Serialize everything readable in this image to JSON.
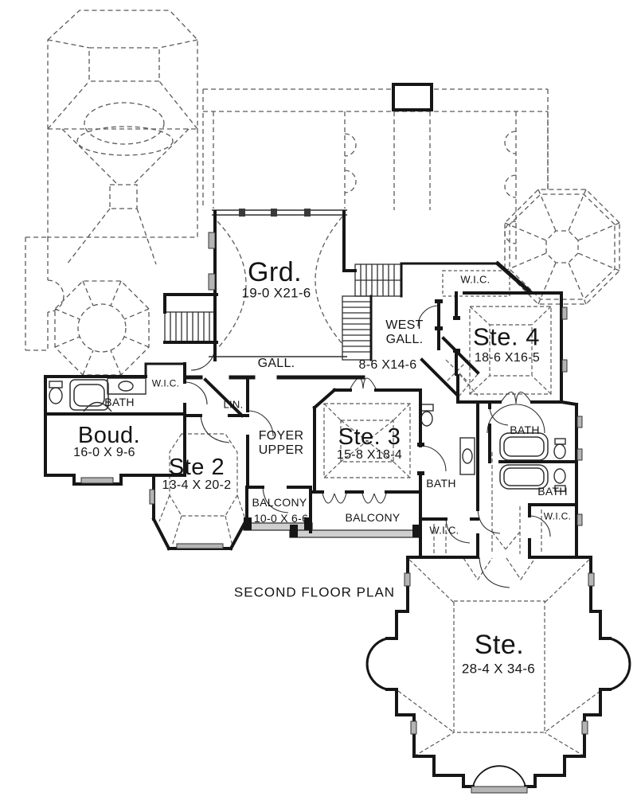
{
  "plan": {
    "title": "SECOND FLOOR PLAN"
  },
  "colors": {
    "background": "#ffffff",
    "wall": "#161616",
    "line": "#2e2e2e",
    "dash": "#5a5a5a",
    "sill": "#b5b5b5",
    "railing": "#cfcfcf"
  },
  "labels": [
    {
      "name": "grd-room",
      "text": "Grd."
    },
    {
      "name": "grd-dims",
      "text": "19-0 X21-6"
    },
    {
      "name": "west-gallery",
      "text": "WEST\nGALL."
    },
    {
      "name": "west-gallery-dims",
      "text": "8-6 X14-6"
    },
    {
      "name": "wic-top",
      "text": "W.I.C."
    },
    {
      "name": "suite4-room",
      "text": "Ste. 4"
    },
    {
      "name": "suite4-dims",
      "text": "18-6 X16-5"
    },
    {
      "name": "gallery",
      "text": "GALL."
    },
    {
      "name": "bath-left",
      "text": "BATH"
    },
    {
      "name": "wic-left",
      "text": "W.I.C."
    },
    {
      "name": "boudoir-room",
      "text": "Boud."
    },
    {
      "name": "boudoir-dims",
      "text": "16-0 X 9-6"
    },
    {
      "name": "linen-closet",
      "text": "LIN."
    },
    {
      "name": "foyer-upper",
      "text": "FOYER\nUPPER"
    },
    {
      "name": "suite2-room",
      "text": "Ste 2"
    },
    {
      "name": "suite2-dims",
      "text": "13-4 X 20-2"
    },
    {
      "name": "suite3-room",
      "text": "Ste. 3"
    },
    {
      "name": "suite3-dims",
      "text": "15-8 X18-4"
    },
    {
      "name": "bath-mid",
      "text": "BATH"
    },
    {
      "name": "balcony-left",
      "text": "BALCONY"
    },
    {
      "name": "balcony-left-dims",
      "text": "10-0 X 6-6"
    },
    {
      "name": "balcony-center",
      "text": "BALCONY"
    },
    {
      "name": "wic-mid",
      "text": "W.I.C."
    },
    {
      "name": "bath-right-upper",
      "text": "BATH"
    },
    {
      "name": "bath-right-lower",
      "text": "BATH"
    },
    {
      "name": "wic-right",
      "text": "W.I.C."
    },
    {
      "name": "floor-plan-title",
      "text": "SECOND FLOOR PLAN"
    },
    {
      "name": "master-suite-room",
      "text": "Ste."
    },
    {
      "name": "master-suite-dims",
      "text": "28-4 X 34-6"
    }
  ]
}
